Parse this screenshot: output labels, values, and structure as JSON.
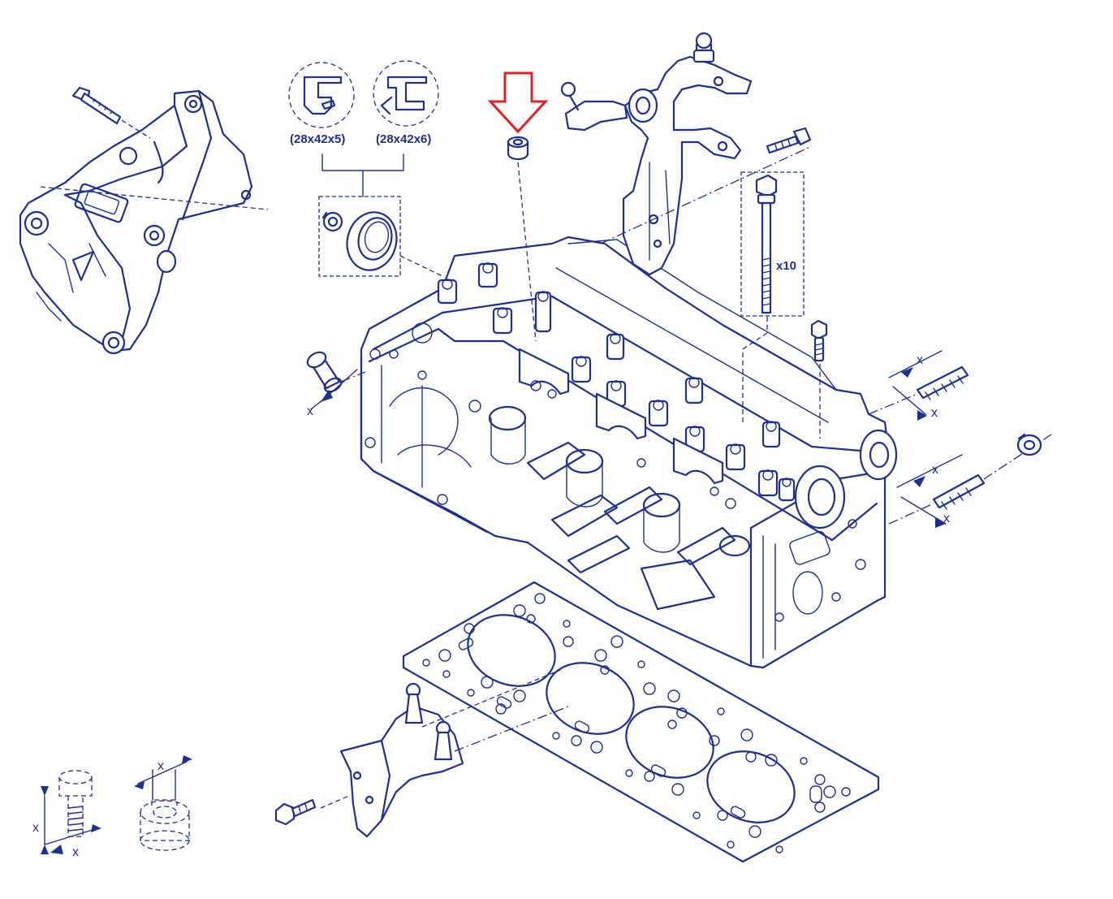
{
  "labels": {
    "seal_size_1": "(28x42x5)",
    "seal_size_2": "(28x42x6)",
    "bolt_quantity": "x10",
    "dimension_mark": "x"
  },
  "colors": {
    "line": "#1c2f93",
    "highlight_arrow": "#e0201f",
    "background": "#ffffff"
  },
  "highlight": {
    "target": "valve stem seal",
    "icon": "down-arrow-icon"
  }
}
